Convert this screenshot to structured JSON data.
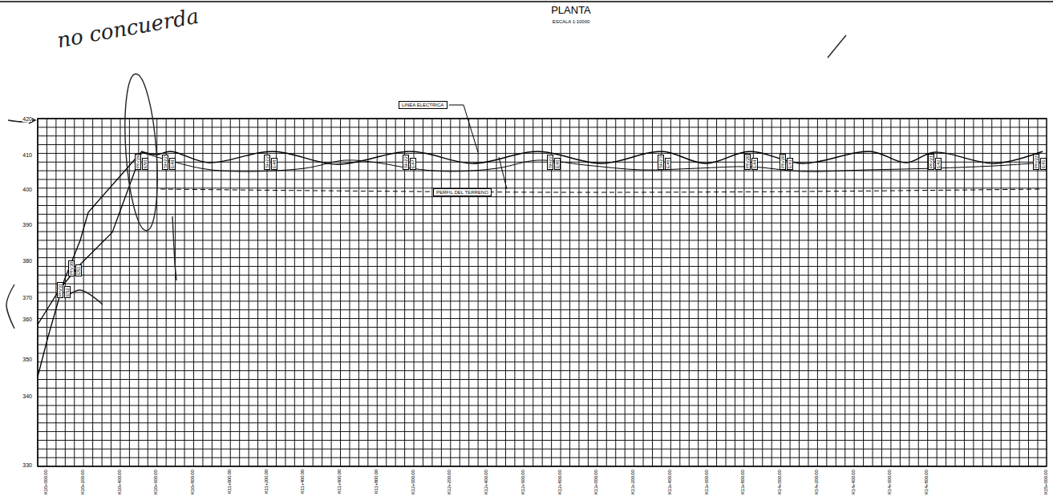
{
  "diagram": {
    "title": "PLANTA",
    "nodes": [
      {
        "text": [
          "LINEA ELECTRICA"
        ]
      },
      {
        "text": [
          "PERFIL DEL TERRENO"
        ]
      }
    ],
    "labels": [
      "ESCALA 1:10000",
      "no concuerda",
      "420",
      "410",
      "400",
      "390",
      "380",
      "370",
      "360",
      "350",
      "340",
      "330",
      "K10+000.00",
      "K10+200.00",
      "K10+400.00",
      "K10+600.00",
      "K10+800.00",
      "K11+000.00",
      "K11+200.00",
      "K11+400.00",
      "K11+600.00",
      "K11+800.00",
      "K12+000.00",
      "K12+200.00",
      "K12+400.00",
      "K12+600.00",
      "K12+800.00",
      "K13+000.00",
      "K13+200.00",
      "K13+400.00",
      "K13+600.00",
      "K13+800.00",
      "K14+000.00",
      "K14+200.00",
      "K14+400.00",
      "K14+600.00",
      "K14+800.00",
      "K15+000.00",
      "PIV31",
      "E52",
      "PIV30",
      "E51",
      "PIV29",
      "E50",
      "SH22",
      "E49",
      "SH22",
      "E48",
      "SH22",
      "E47",
      "SH22",
      "E46",
      "SH23",
      "E45",
      "PIV20",
      "E44",
      "PIV20",
      "E43",
      "PIV21",
      "E42",
      "PIV22",
      "E41"
    ]
  }
}
